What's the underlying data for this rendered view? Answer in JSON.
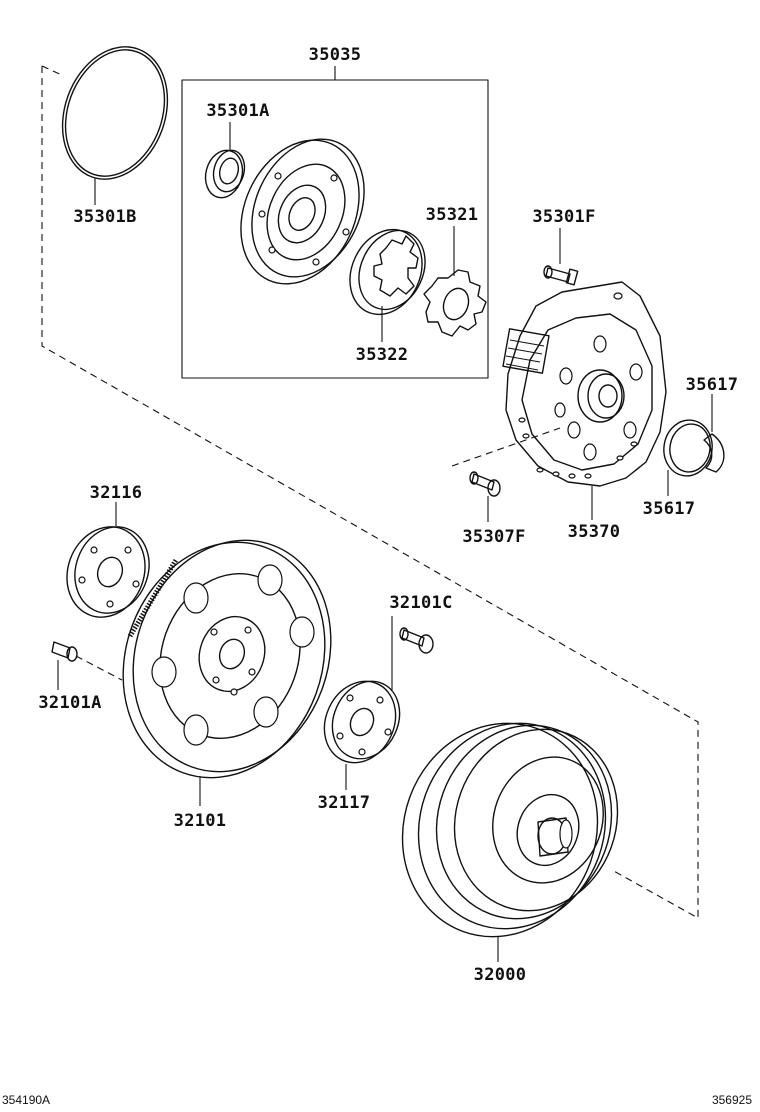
{
  "callouts": {
    "p35035": "35035",
    "p35301A": "35301A",
    "p35301B": "35301B",
    "p35321": "35321",
    "p35322": "35322",
    "p35301F": "35301F",
    "p35617_top": "35617",
    "p35617_bottom": "35617",
    "p35307F": "35307F",
    "p35370": "35370",
    "p32116": "32116",
    "p32101A": "32101A",
    "p32101C": "32101C",
    "p32101": "32101",
    "p32117": "32117",
    "p32000": "32000"
  },
  "footer": {
    "left_code": "354190A",
    "right_code": "356925"
  }
}
